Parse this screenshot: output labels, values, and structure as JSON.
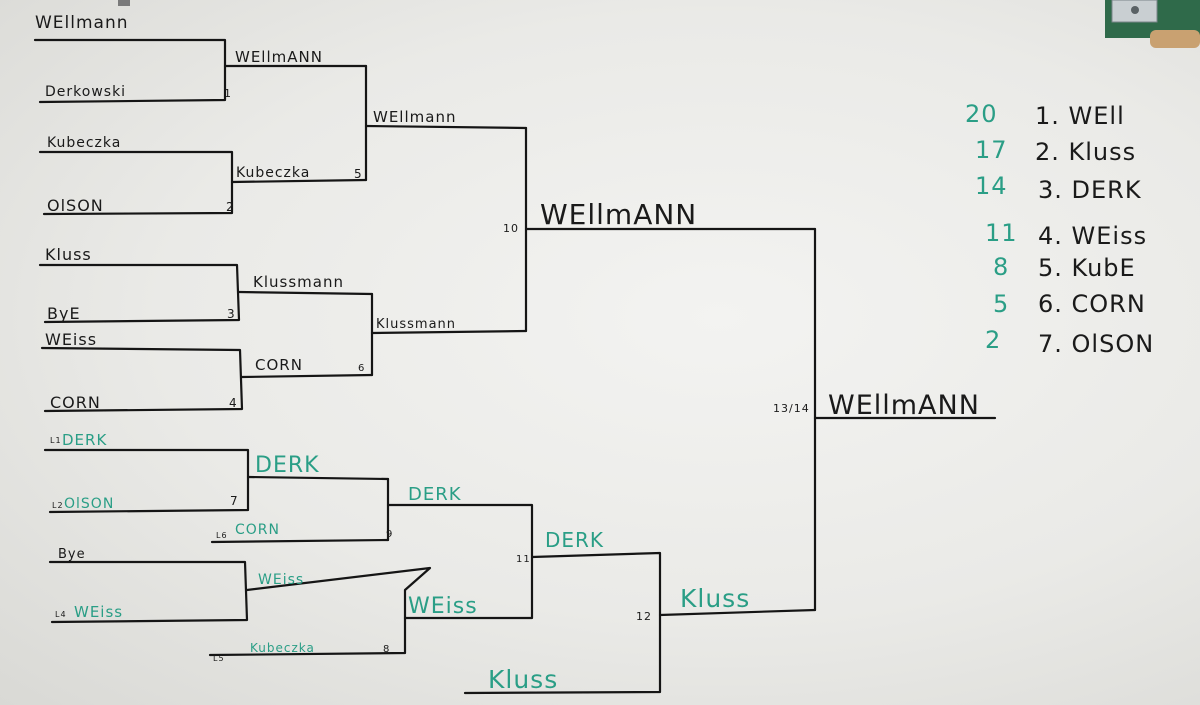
{
  "colors": {
    "ink": "#151515",
    "green_marker": "#2a9e86",
    "board": "#eeeeeb"
  },
  "winners_bracket": {
    "round1": [
      {
        "top": "WEllmann",
        "bottom": "Derkowski",
        "match": "1"
      },
      {
        "top": "Kubeczka",
        "bottom": "OlSON",
        "match": "2"
      },
      {
        "top": "Kluss",
        "bottom": "ByE",
        "match": "3"
      },
      {
        "top": "WEiss",
        "bottom": "CORN",
        "match": "4"
      }
    ],
    "round2": [
      {
        "winner_top": "WEllmANN",
        "winner_bottom": "Kubeczka",
        "match": "5"
      },
      {
        "winner_top": "Klussmann",
        "winner_bottom": "CORN",
        "match": "6"
      }
    ],
    "round3": {
      "top": "WEllmann",
      "bottom": "Klussmann"
    },
    "round4": {
      "winner": "WEllmANN",
      "match": "10"
    }
  },
  "final": {
    "match": "13/14",
    "champion": "WEllmANN"
  },
  "losers_bracket": {
    "m7": {
      "top_seed": "L1",
      "top": "DERK",
      "bottom_seed": "L2",
      "bottom": "OlSON",
      "match": "7",
      "winner": "DERK"
    },
    "m8": {
      "top": "Bye",
      "bottom_seed": "L4",
      "bottom": "WEiss",
      "match": "8",
      "winner": "WEiss",
      "opp_seed": "L5",
      "opp": "Kubeczka"
    },
    "m9": {
      "opp_seed": "L6",
      "opp": "CORN",
      "match": "9",
      "winner": "DERK"
    },
    "m10b": {
      "winner": "WEiss"
    },
    "m11": {
      "match": "11",
      "winner": "DERK"
    },
    "m12": {
      "match": "12",
      "winner": "Kluss",
      "opp": "Kluss"
    }
  },
  "standings": [
    {
      "points": "20",
      "place": "1. WEll"
    },
    {
      "points": "17",
      "place": "2. Kluss"
    },
    {
      "points": "14",
      "place": "3. DERK"
    },
    {
      "points": "11",
      "place": "4. WEiss"
    },
    {
      "points": "8",
      "place": "5. KubE"
    },
    {
      "points": "5",
      "place": "6. CORN"
    },
    {
      "points": "2",
      "place": "7. OlSON"
    }
  ]
}
